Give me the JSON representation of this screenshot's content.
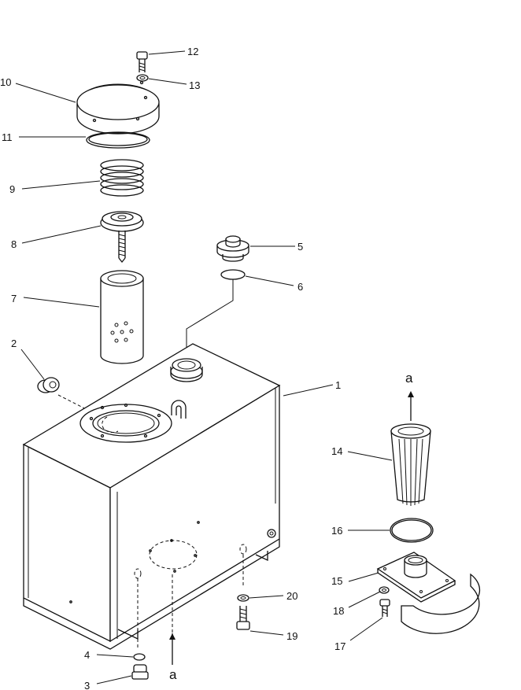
{
  "callouts": [
    {
      "id": "c1",
      "text": "1"
    },
    {
      "id": "c2",
      "text": "2"
    },
    {
      "id": "c3",
      "text": "3"
    },
    {
      "id": "c4",
      "text": "4"
    },
    {
      "id": "c5",
      "text": "5"
    },
    {
      "id": "c6",
      "text": "6"
    },
    {
      "id": "c7",
      "text": "7"
    },
    {
      "id": "c8",
      "text": "8"
    },
    {
      "id": "c9",
      "text": "9"
    },
    {
      "id": "c10",
      "text": "10"
    },
    {
      "id": "c11",
      "text": "11"
    },
    {
      "id": "c12",
      "text": "12"
    },
    {
      "id": "c13",
      "text": "13"
    },
    {
      "id": "c14",
      "text": "14"
    },
    {
      "id": "c15",
      "text": "15"
    },
    {
      "id": "c16",
      "text": "16"
    },
    {
      "id": "c17",
      "text": "17"
    },
    {
      "id": "c18",
      "text": "18"
    },
    {
      "id": "c19",
      "text": "19"
    },
    {
      "id": "c20",
      "text": "20"
    }
  ],
  "references": {
    "upper": "a",
    "lower": "a"
  }
}
